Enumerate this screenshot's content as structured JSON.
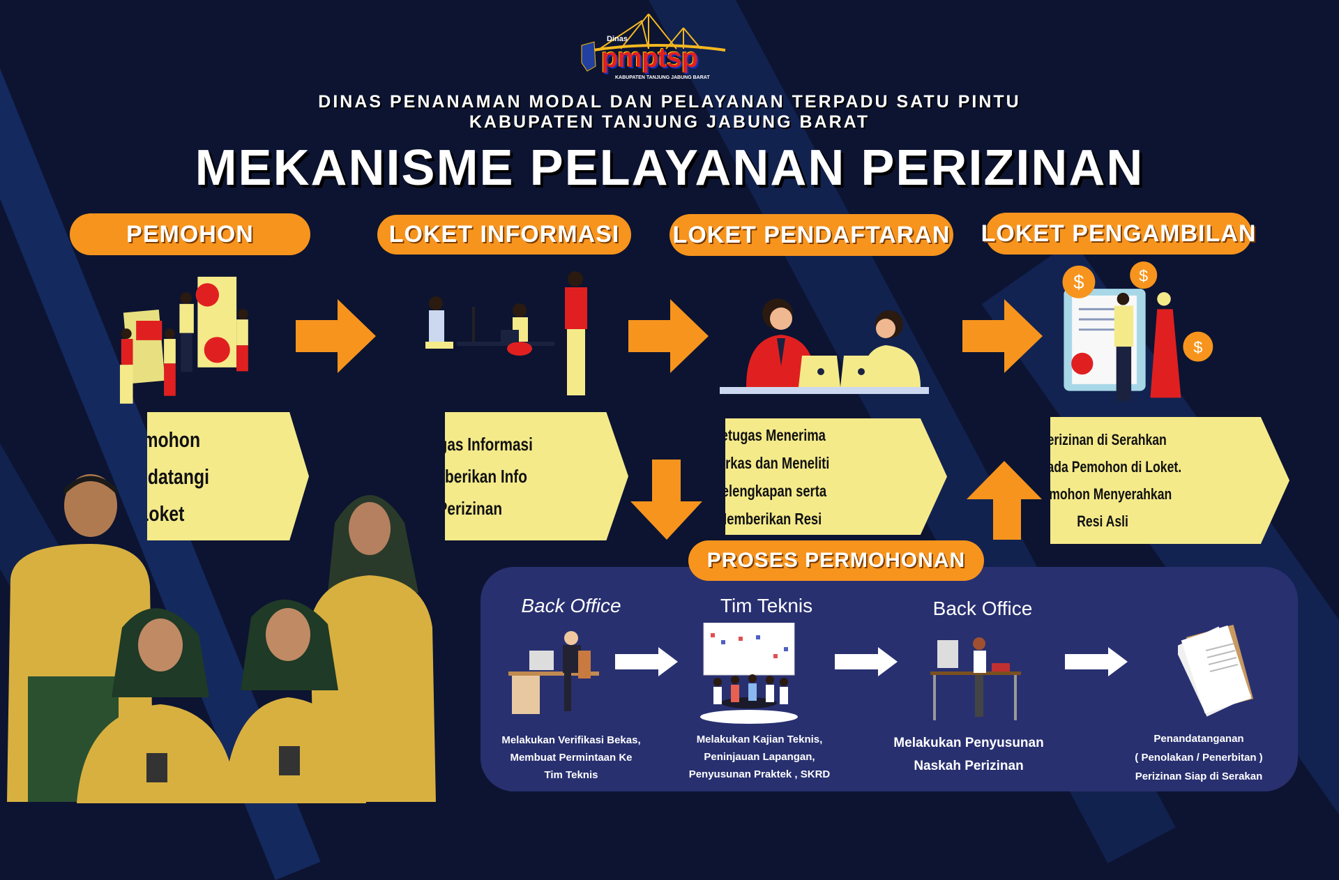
{
  "logo": {
    "top_text": "Dinas",
    "brand": "pmptsp",
    "caption": "KABUPATEN TANJUNG JABUNG BARAT"
  },
  "header": {
    "line1": "DINAS PENANAMAN MODAL DAN PELAYANAN TERPADU SATU PINTU",
    "line2": "KABUPATEN TANJUNG JABUNG BARAT",
    "title": "MEKANISME PELAYANAN PERIZINAN"
  },
  "steps": [
    {
      "label": "PEMOHON",
      "desc": [
        "Pemohon",
        "Mendatangi",
        "Loket"
      ]
    },
    {
      "label": "LOKET INFORMASI",
      "desc": [
        "Petugas Informasi",
        "Memberikan Info",
        "Perizinan"
      ]
    },
    {
      "label": "LOKET PENDAFTARAN",
      "desc": [
        "Petugas Menerima",
        "Berkas dan Meneliti",
        "Kelengkapan serta",
        "Memberikan Resi"
      ]
    },
    {
      "label": "LOKET PENGAMBILAN",
      "desc": [
        "Perizinan di Serahkan",
        "Kepada Pemohon di Loket.",
        "Pemohon Menyerahkan",
        "Resi Asli"
      ]
    }
  ],
  "process": {
    "label": "PROSES PERMOHONAN",
    "stages": [
      {
        "title": "Back Office",
        "desc": [
          "Melakukan Verifikasi Bekas,",
          "Membuat Permintaan Ke",
          "Tim Teknis"
        ]
      },
      {
        "title": "Tim Teknis",
        "desc": [
          "Melakukan Kajian Teknis,",
          "Peninjauan Lapangan,",
          "Penyusunan Praktek , SKRD"
        ]
      },
      {
        "title": "Back Office",
        "desc": [
          "Melakukan Penyusunan",
          "Naskah Perizinan"
        ]
      },
      {
        "title": "",
        "desc": [
          "Penandatanganan",
          "( Penolakan / Penerbitan )",
          "Perizinan Siap di Serakan"
        ]
      }
    ]
  },
  "colors": {
    "background": "#0c1431",
    "orange": "#f7941d",
    "yellow": "#f4ea8a",
    "panel": "#283070"
  }
}
